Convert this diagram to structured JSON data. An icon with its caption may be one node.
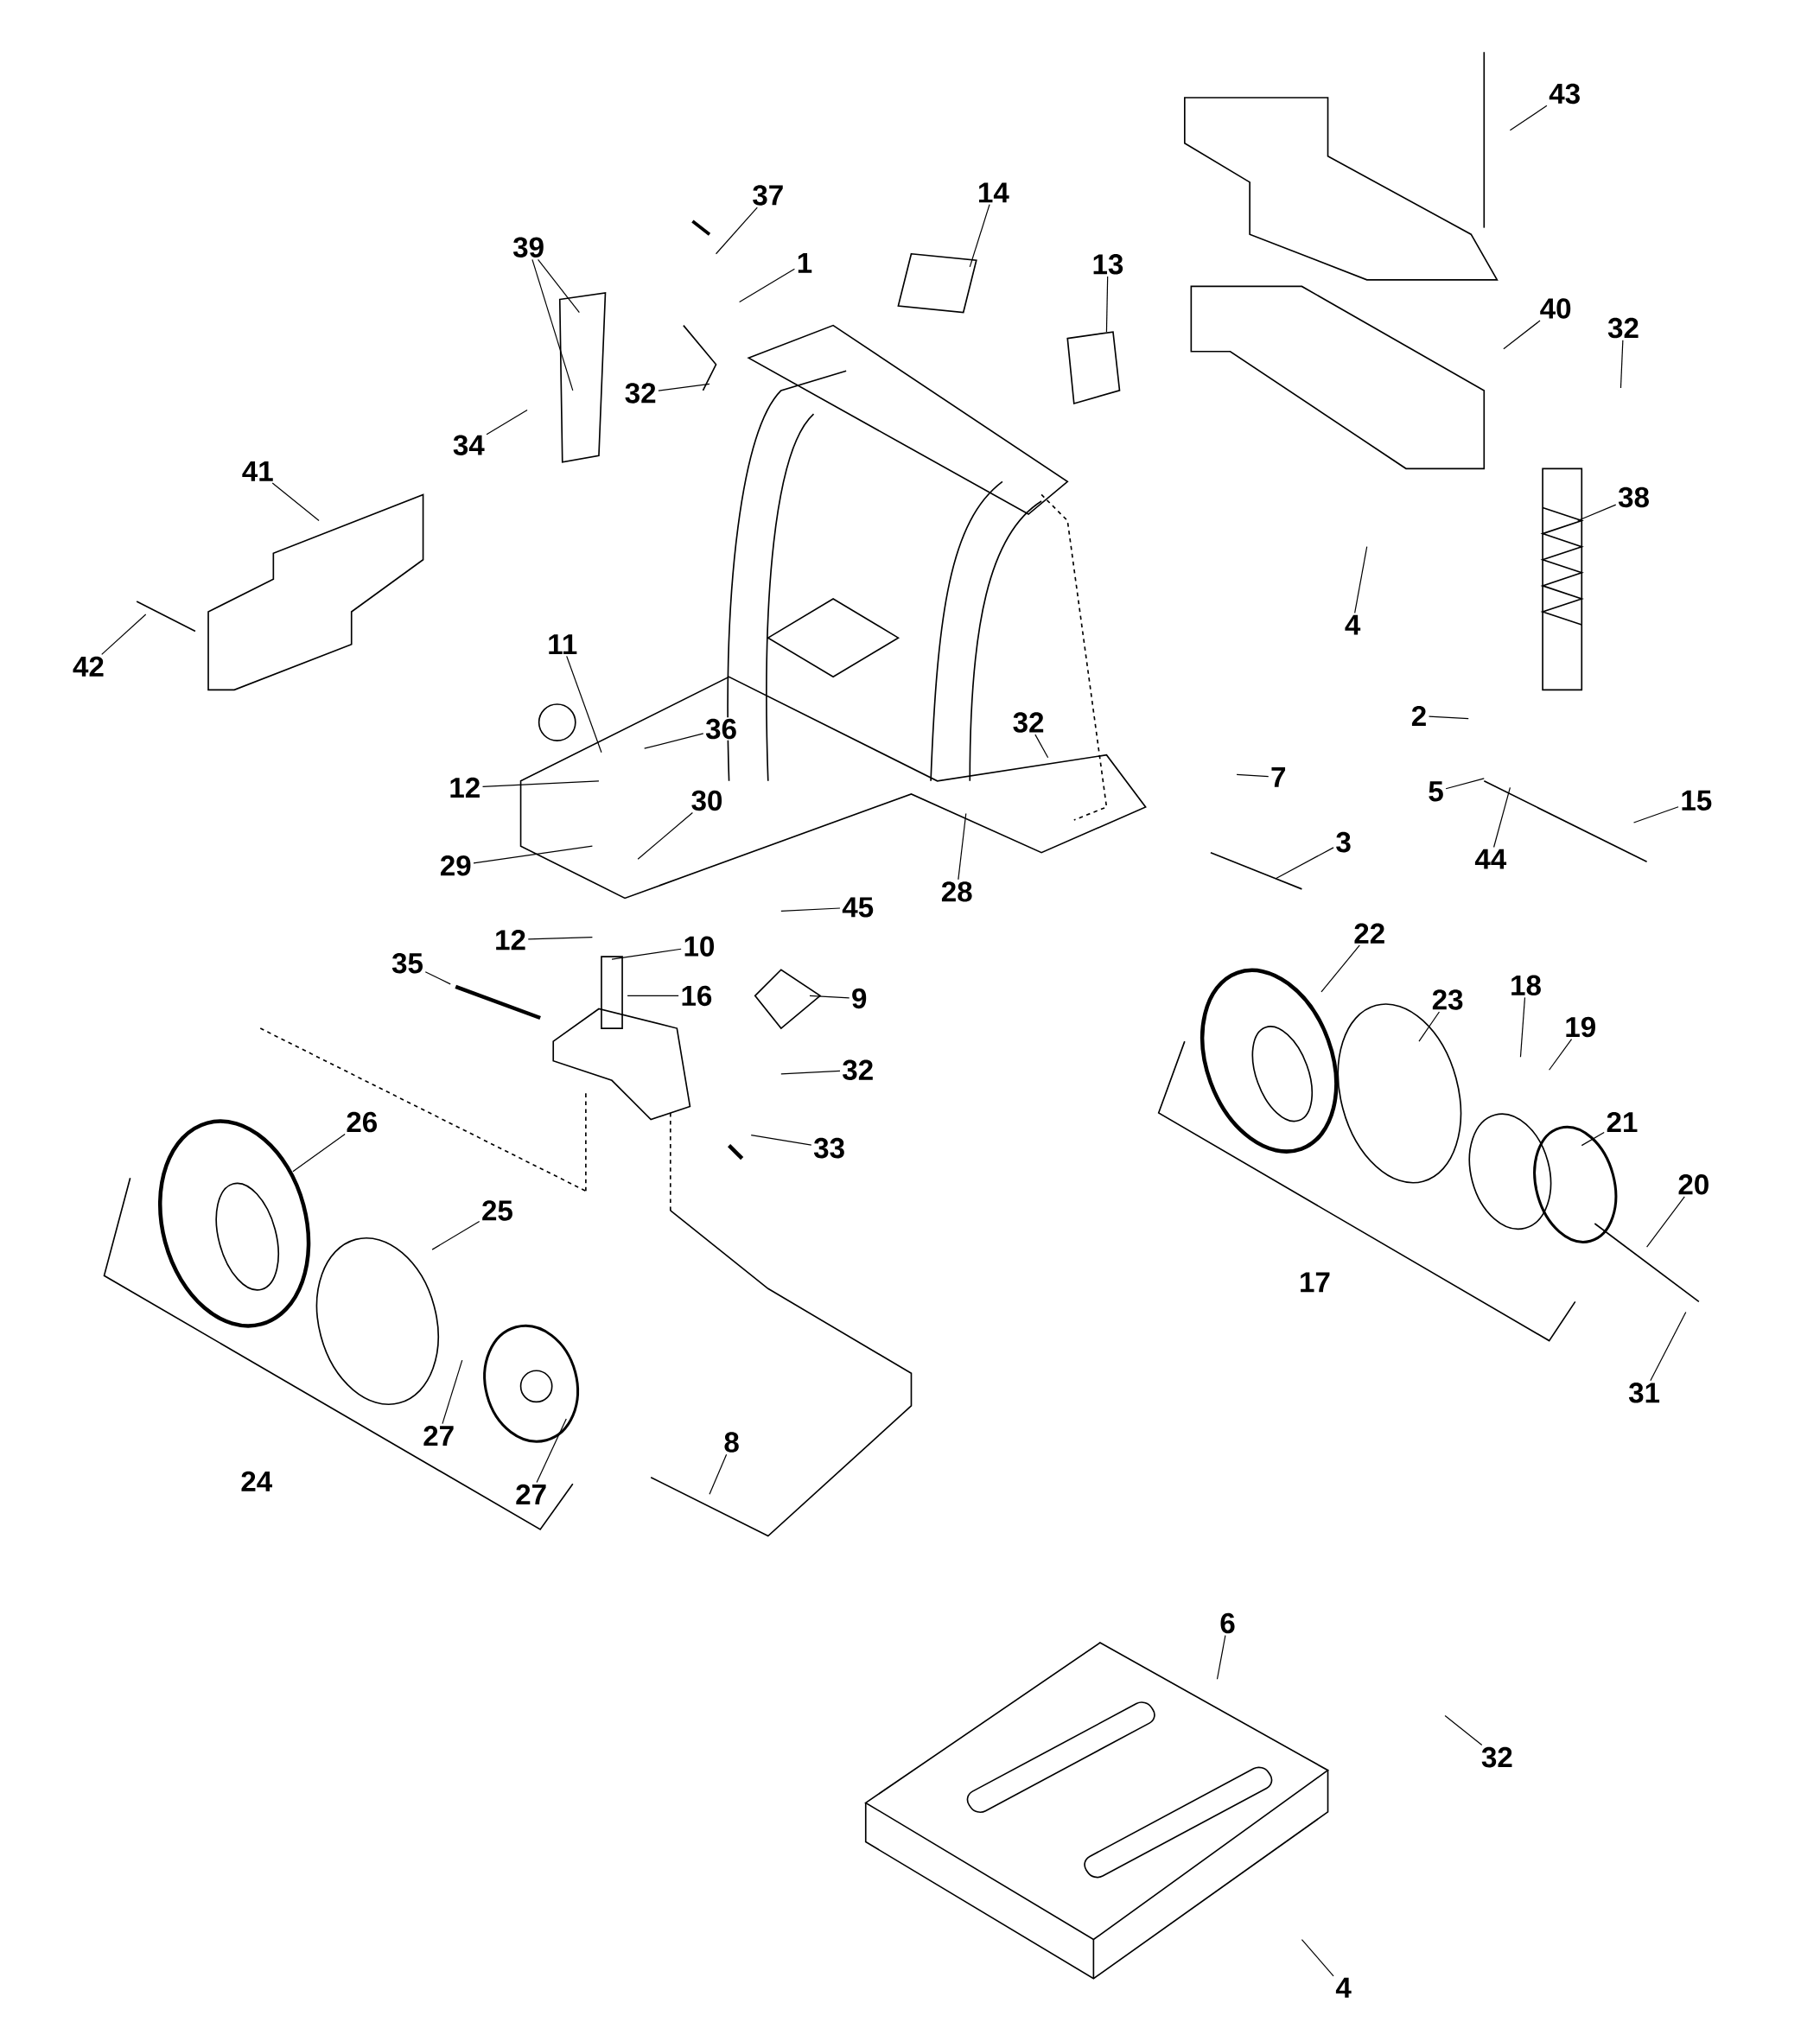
{
  "diagram": {
    "nodes": [
      {
        "text": [
          "43"
        ]
      },
      {
        "text": [
          "37"
        ]
      },
      {
        "text": [
          "14"
        ]
      },
      {
        "text": [
          "39"
        ]
      },
      {
        "text": [
          "1"
        ]
      },
      {
        "text": [
          "13"
        ]
      },
      {
        "text": [
          "40"
        ]
      },
      {
        "text": [
          "32"
        ]
      },
      {
        "text": [
          "32"
        ]
      },
      {
        "text": [
          "34"
        ]
      },
      {
        "text": [
          "41"
        ]
      },
      {
        "text": [
          "38"
        ]
      },
      {
        "text": [
          "4"
        ]
      },
      {
        "text": [
          "11"
        ]
      },
      {
        "text": [
          "42"
        ]
      },
      {
        "text": [
          "2"
        ]
      },
      {
        "text": [
          "32"
        ]
      },
      {
        "text": [
          "36"
        ]
      },
      {
        "text": [
          "7"
        ]
      },
      {
        "text": [
          "12"
        ]
      },
      {
        "text": [
          "5"
        ]
      },
      {
        "text": [
          "15"
        ]
      },
      {
        "text": [
          "30"
        ]
      },
      {
        "text": [
          "3"
        ]
      },
      {
        "text": [
          "44"
        ]
      },
      {
        "text": [
          "29"
        ]
      },
      {
        "text": [
          "28"
        ]
      },
      {
        "text": [
          "45"
        ]
      },
      {
        "text": [
          "22"
        ]
      },
      {
        "text": [
          "12"
        ]
      },
      {
        "text": [
          "10"
        ]
      },
      {
        "text": [
          "35"
        ]
      },
      {
        "text": [
          "18"
        ]
      },
      {
        "text": [
          "16"
        ]
      },
      {
        "text": [
          "9"
        ]
      },
      {
        "text": [
          "23"
        ]
      },
      {
        "text": [
          "19"
        ]
      },
      {
        "text": [
          "32"
        ]
      },
      {
        "text": [
          "26"
        ]
      },
      {
        "text": [
          "21"
        ]
      },
      {
        "text": [
          "33"
        ]
      },
      {
        "text": [
          "20"
        ]
      },
      {
        "text": [
          "25"
        ]
      },
      {
        "text": [
          "31"
        ]
      },
      {
        "text": [
          "27"
        ]
      },
      {
        "text": [
          "8"
        ]
      },
      {
        "text": [
          "27"
        ]
      },
      {
        "text": [
          "6"
        ]
      },
      {
        "text": [
          "32"
        ]
      },
      {
        "text": [
          "4"
        ]
      }
    ],
    "edges": [
      {
        "from": 0,
        "to": null,
        "arrow": "none"
      },
      {
        "from": 1,
        "to": null,
        "arrow": "none"
      },
      {
        "from": 2,
        "to": null,
        "arrow": "none"
      },
      {
        "from": 3,
        "to": null,
        "arrow": "none"
      },
      {
        "from": 4,
        "to": null,
        "arrow": "none"
      },
      {
        "from": 5,
        "to": null,
        "arrow": "none"
      },
      {
        "from": 6,
        "to": null,
        "arrow": "none"
      },
      {
        "from": 7,
        "to": null,
        "arrow": "none"
      },
      {
        "from": 8,
        "to": null,
        "arrow": "none"
      },
      {
        "from": 9,
        "to": null,
        "arrow": "none"
      },
      {
        "from": 10,
        "to": null,
        "arrow": "none"
      },
      {
        "from": 11,
        "to": null,
        "arrow": "none"
      },
      {
        "from": 12,
        "to": null,
        "arrow": "none"
      },
      {
        "from": 13,
        "to": null,
        "arrow": "none"
      },
      {
        "from": 14,
        "to": null,
        "arrow": "none"
      },
      {
        "from": 15,
        "to": null,
        "arrow": "none"
      },
      {
        "from": 16,
        "to": null,
        "arrow": "none"
      },
      {
        "from": 17,
        "to": null,
        "arrow": "none"
      },
      {
        "from": 18,
        "to": null,
        "arrow": "none"
      },
      {
        "from": 19,
        "to": null,
        "arrow": "none"
      },
      {
        "from": 20,
        "to": null,
        "arrow": "none"
      },
      {
        "from": 21,
        "to": null,
        "arrow": "none"
      },
      {
        "from": 22,
        "to": null,
        "arrow": "none"
      },
      {
        "from": 23,
        "to": null,
        "arrow": "none"
      },
      {
        "from": 24,
        "to": null,
        "arrow": "none"
      },
      {
        "from": 25,
        "to": null,
        "arrow": "none"
      },
      {
        "from": 26,
        "to": null,
        "arrow": "none"
      },
      {
        "from": 27,
        "to": null,
        "arrow": "none"
      },
      {
        "from": 28,
        "to": null,
        "arrow": "none"
      },
      {
        "from": 29,
        "to": null,
        "arrow": "none"
      },
      {
        "from": 30,
        "to": null,
        "arrow": "none"
      },
      {
        "from": 31,
        "to": null,
        "arrow": "none"
      },
      {
        "from": 32,
        "to": null,
        "arrow": "none"
      },
      {
        "from": 33,
        "to": null,
        "arrow": "none"
      },
      {
        "from": 34,
        "to": null,
        "arrow": "none"
      },
      {
        "from": 35,
        "to": null,
        "arrow": "none"
      },
      {
        "from": 36,
        "to": null,
        "arrow": "none"
      },
      {
        "from": 37,
        "to": null,
        "arrow": "none"
      },
      {
        "from": 38,
        "to": null,
        "arrow": "none"
      },
      {
        "from": 39,
        "to": null,
        "arrow": "none"
      },
      {
        "from": 40,
        "to": null,
        "arrow": "none"
      },
      {
        "from": 41,
        "to": null,
        "arrow": "none"
      },
      {
        "from": 42,
        "to": null,
        "arrow": "none"
      },
      {
        "from": 43,
        "to": null,
        "arrow": "none"
      },
      {
        "from": 44,
        "to": null,
        "arrow": "none"
      },
      {
        "from": 45,
        "to": null,
        "arrow": "none"
      },
      {
        "from": 46,
        "to": null,
        "arrow": "none"
      },
      {
        "from": 47,
        "to": null,
        "arrow": "none"
      },
      {
        "from": 48,
        "to": null,
        "arrow": "none"
      },
      {
        "from": 49,
        "to": null,
        "arrow": "none"
      },
      {
        "from": 3,
        "to": null,
        "arrow": "none"
      }
    ],
    "labels": [
      "17",
      "24"
    ]
  }
}
